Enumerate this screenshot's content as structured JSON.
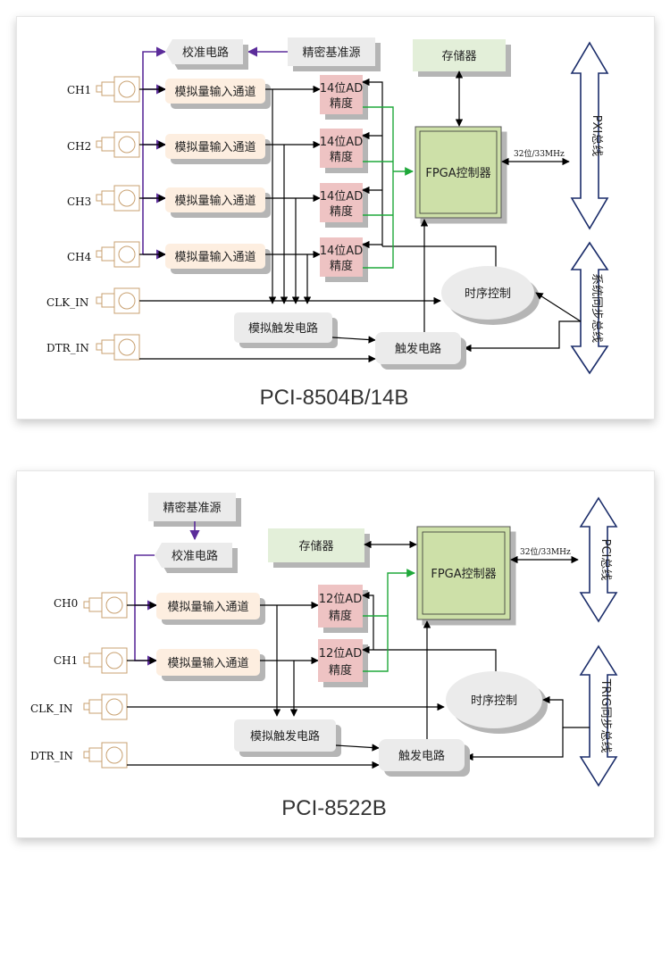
{
  "colors": {
    "peach": "#fdeee0",
    "pink": "#eec3c3",
    "green": "#d4e6b3",
    "lightgreen": "#e3efd9",
    "grey": "#ebebeb",
    "purple": "#5b2c9a",
    "green_line": "#1fa83a"
  },
  "diagram1": {
    "title": "PCI-8504B/14B",
    "channels": [
      "CH1",
      "CH2",
      "CH3",
      "CH4"
    ],
    "clk_in": "CLK_IN",
    "dtr_in": "DTR_IN",
    "calibration": "校准电路",
    "precision_ref": "精密基准源",
    "memory": "存储器",
    "analog_channel": "模拟量输入通道",
    "ad_line1": "14位AD",
    "ad_line2": "精度",
    "fpga": "FPGA控制器",
    "bus_label": "32位/33MHz",
    "bus": "PXI总线",
    "timing": "时序控制",
    "analog_trigger": "模拟触发电路",
    "trigger": "触发电路",
    "sync_bus": "系统同步总线"
  },
  "diagram2": {
    "title": "PCI-8522B",
    "channels": [
      "CH0",
      "CH1"
    ],
    "clk_in": "CLK_IN",
    "dtr_in": "DTR_IN",
    "calibration": "校准电路",
    "precision_ref": "精密基准源",
    "memory": "存储器",
    "analog_channel": "模拟量输入通道",
    "ad_line1": "12位AD",
    "ad_line2": "精度",
    "fpga": "FPGA控制器",
    "bus_label": "32位/33MHz",
    "bus": "PCI总线",
    "timing": "时序控制",
    "analog_trigger": "模拟触发电路",
    "trigger": "触发电路",
    "sync_bus": "TRIG同步总线"
  }
}
